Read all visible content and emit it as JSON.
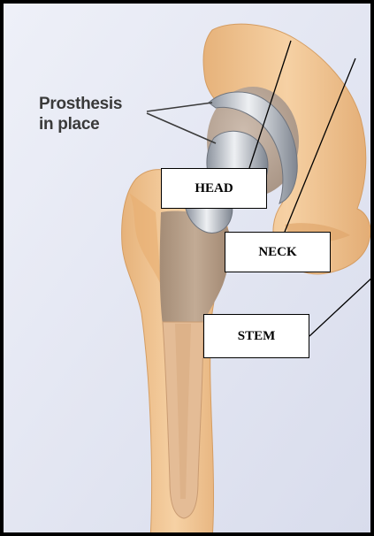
{
  "caption": {
    "line1": "Prosthesis",
    "line2": "in place"
  },
  "labels": {
    "head": "HEAD",
    "neck": "NECK",
    "stem": "STEM"
  },
  "colors": {
    "background": "#e4e8f4",
    "bone": "#f2c896",
    "bone_dark": "#e2ac74",
    "metal": "#b9bfc8",
    "stem_textured": "#b29a83",
    "border": "#000000"
  },
  "icons": [
    "hip-bone-illustration",
    "femur-illustration",
    "prosthesis-stem-illustration"
  ]
}
